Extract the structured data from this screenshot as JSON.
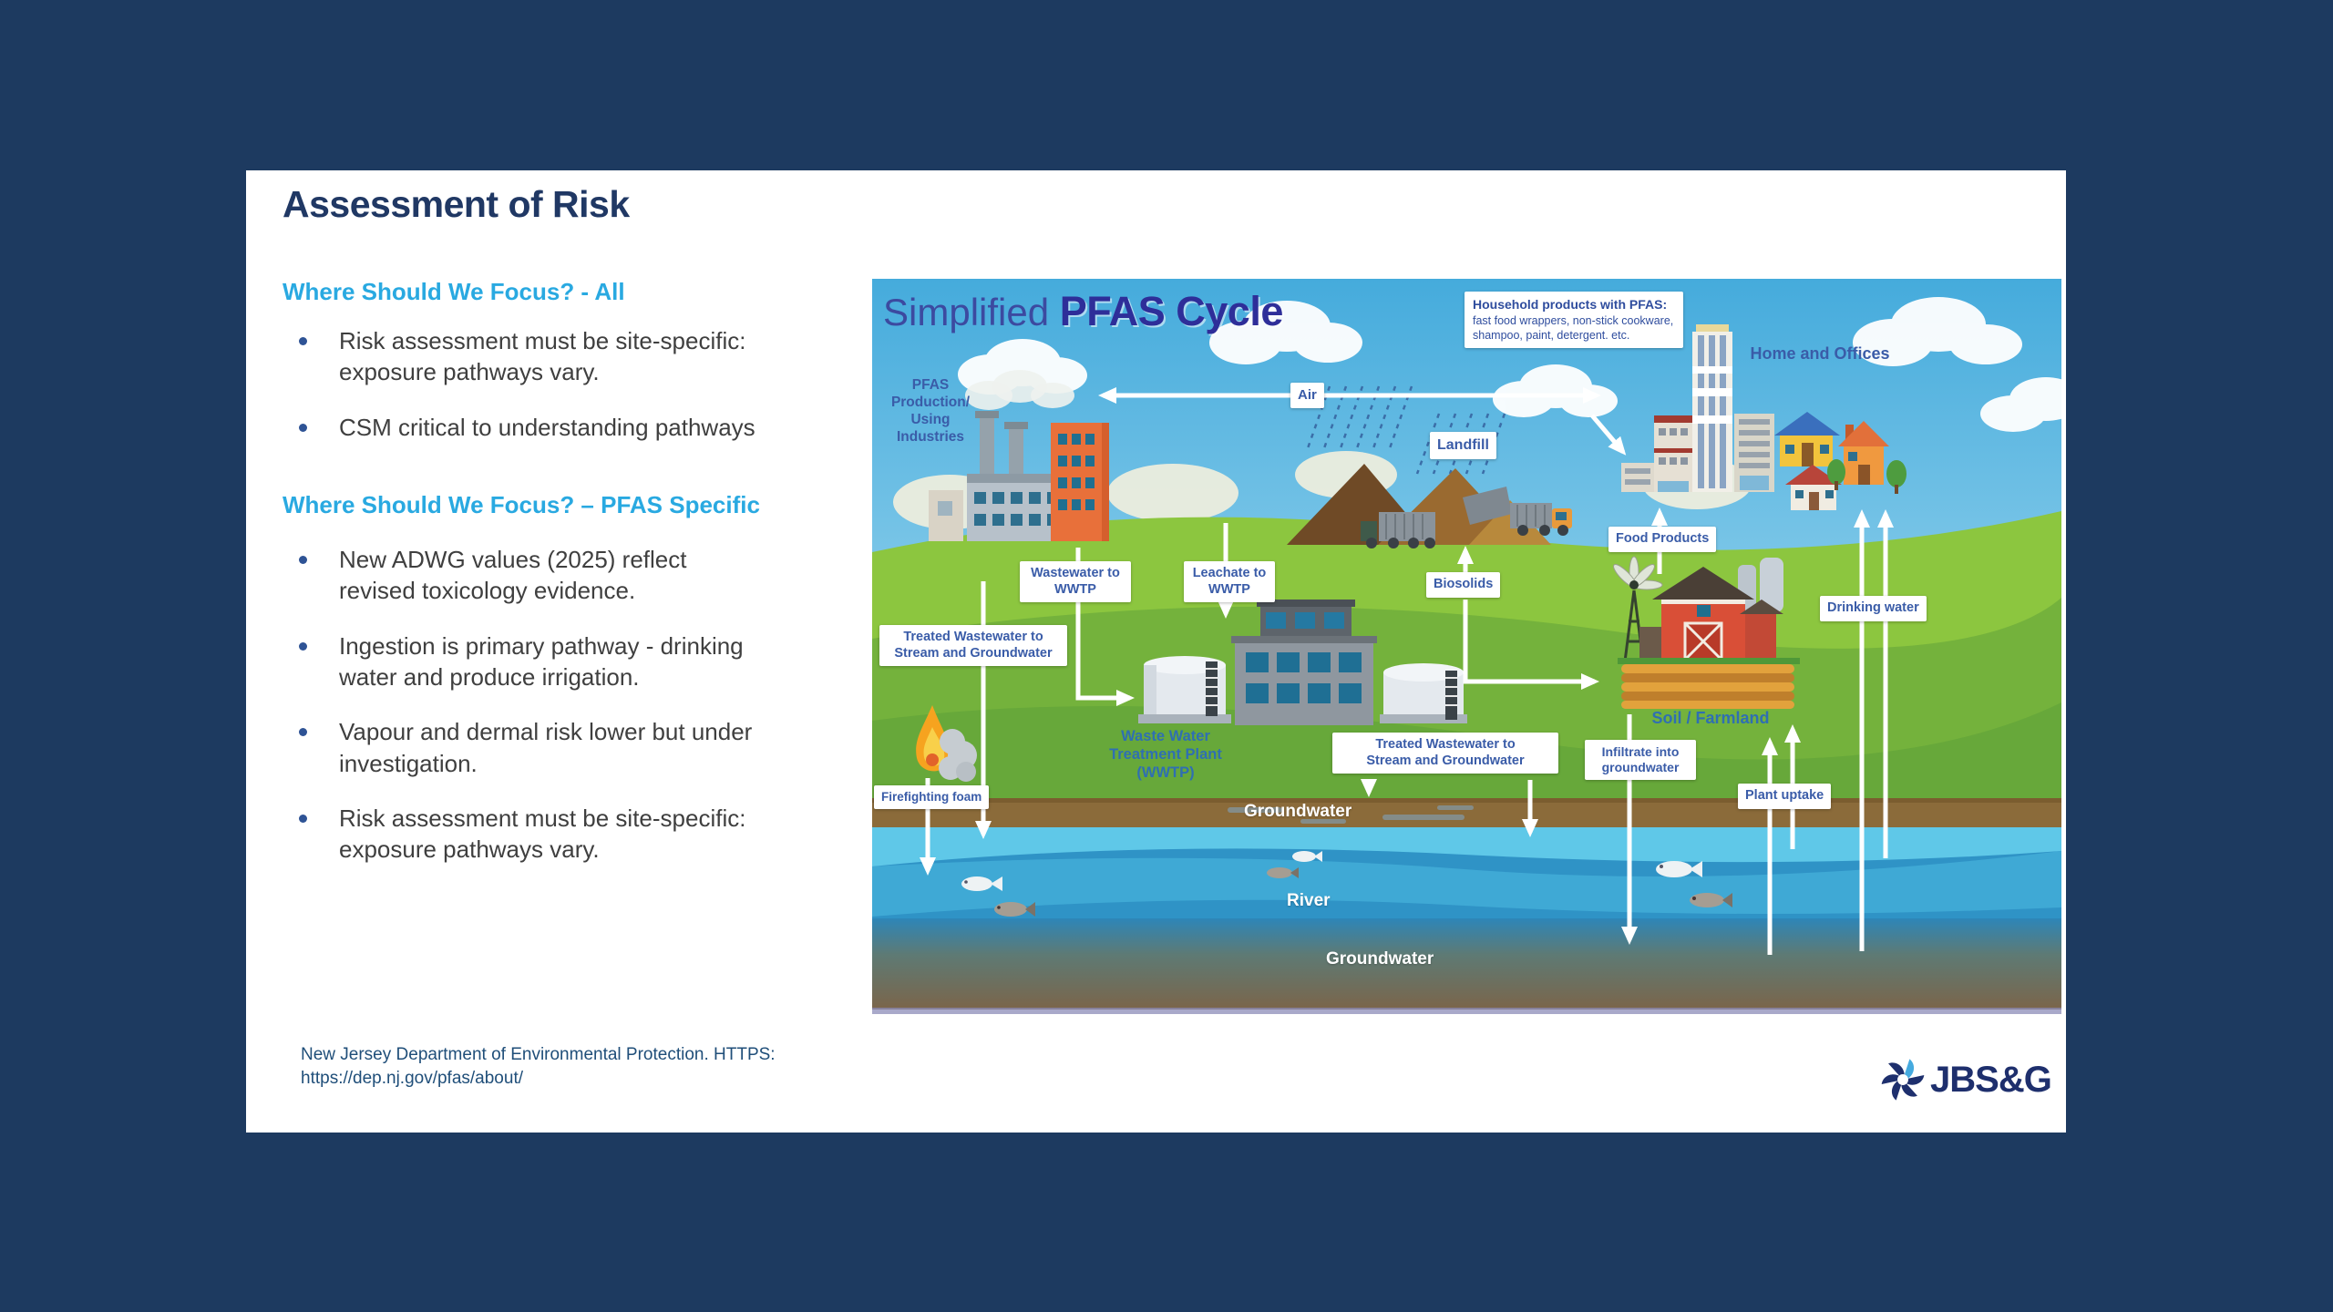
{
  "slide": {
    "title": "Assessment of Risk",
    "section1": {
      "heading": "Where Should We Focus? - All",
      "bullets": [
        "Risk assessment must be site-specific:\nexposure pathways vary.",
        "CSM critical to understanding pathways"
      ]
    },
    "section2": {
      "heading": "Where Should We Focus? – PFAS Specific",
      "bullets": [
        "New ADWG values (2025) reflect\nrevised toxicology evidence.",
        "Ingestion is primary pathway - drinking\nwater and produce irrigation.",
        "Vapour and dermal risk lower but under\ninvestigation.",
        "Risk assessment must be site-specific:\nexposure pathways vary."
      ]
    },
    "citation": "New Jersey Department of Environmental Protection. HTTPS:\nhttps://dep.nj.gov/pfas/about/",
    "logo_text": "JBS&G"
  },
  "diagram": {
    "title_regular": "Simplified ",
    "title_bold": "PFAS Cycle",
    "pfas_production": "PFAS Production/\nUsing Industries",
    "air": "Air",
    "household_title": "Household products with PFAS:",
    "household_body": "fast food wrappers, non-stick cookware,\nshampoo, paint, detergent. etc.",
    "home_offices": "Home and Offices",
    "landfill": "Landfill",
    "wastewater_wwtp": "Wastewater to\nWWTP",
    "leachate_wwtp": "Leachate to\nWWTP",
    "biosolids": "Biosolids",
    "food_products": "Food Products",
    "treated_wastewater_left": "Treated Wastewater to\nStream and Groundwater",
    "wwtp_plant": "Waste Water\nTreatment Plant\n(WWTP)",
    "treated_wastewater_right": "Treated Wastewater to\nStream and Groundwater",
    "infiltrate": "Infiltrate into\ngroundwater",
    "soil_farmland": "Soil / Farmland",
    "drinking_water": "Drinking water",
    "plant_uptake": "Plant uptake",
    "firefighting_foam": "Firefighting foam",
    "groundwater_upper": "Groundwater",
    "river": "River",
    "groundwater_lower": "Groundwater"
  },
  "colors": {
    "outer_background": "#1d3a60",
    "slide_background": "#ffffff",
    "title_blue": "#203864",
    "heading_light_blue": "#29a9e1",
    "body_text": "#3f3f3f",
    "citation_blue": "#1f4e79",
    "diagram_label_blue": "#3a5ca8",
    "diagram_title_indigo": "#2e2e99",
    "logo_navy": "#1e2f6d",
    "logo_accent": "#45aadf"
  }
}
